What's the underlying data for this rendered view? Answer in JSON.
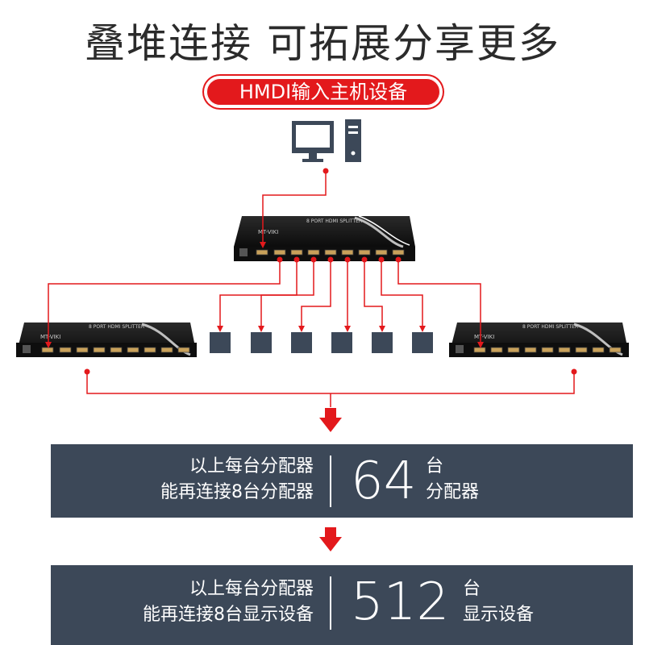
{
  "title": "叠堆连接 可拓展分享更多",
  "source_label": "HMDI输入主机设备",
  "device_labels": {
    "brand": "MT-VIKI",
    "model": "8 PORT HDMI SPLITTER"
  },
  "panels": [
    {
      "line1": "以上每台分配器",
      "line2": "能再连接8台分配器",
      "number": "64",
      "unit1": "台",
      "unit2": "分配器"
    },
    {
      "line1": "以上每台分配器",
      "line2": "能再连接8台显示设备",
      "number": "512",
      "unit1": "台",
      "unit2": "显示设备"
    }
  ],
  "colors": {
    "accent_red": "#e3191c",
    "panel_bg": "#3c4858",
    "device_body": "#161616",
    "output_box": "#3c4858"
  },
  "icons": [
    "computer-monitor-icon",
    "pc-tower-icon",
    "down-arrow-icon"
  ]
}
